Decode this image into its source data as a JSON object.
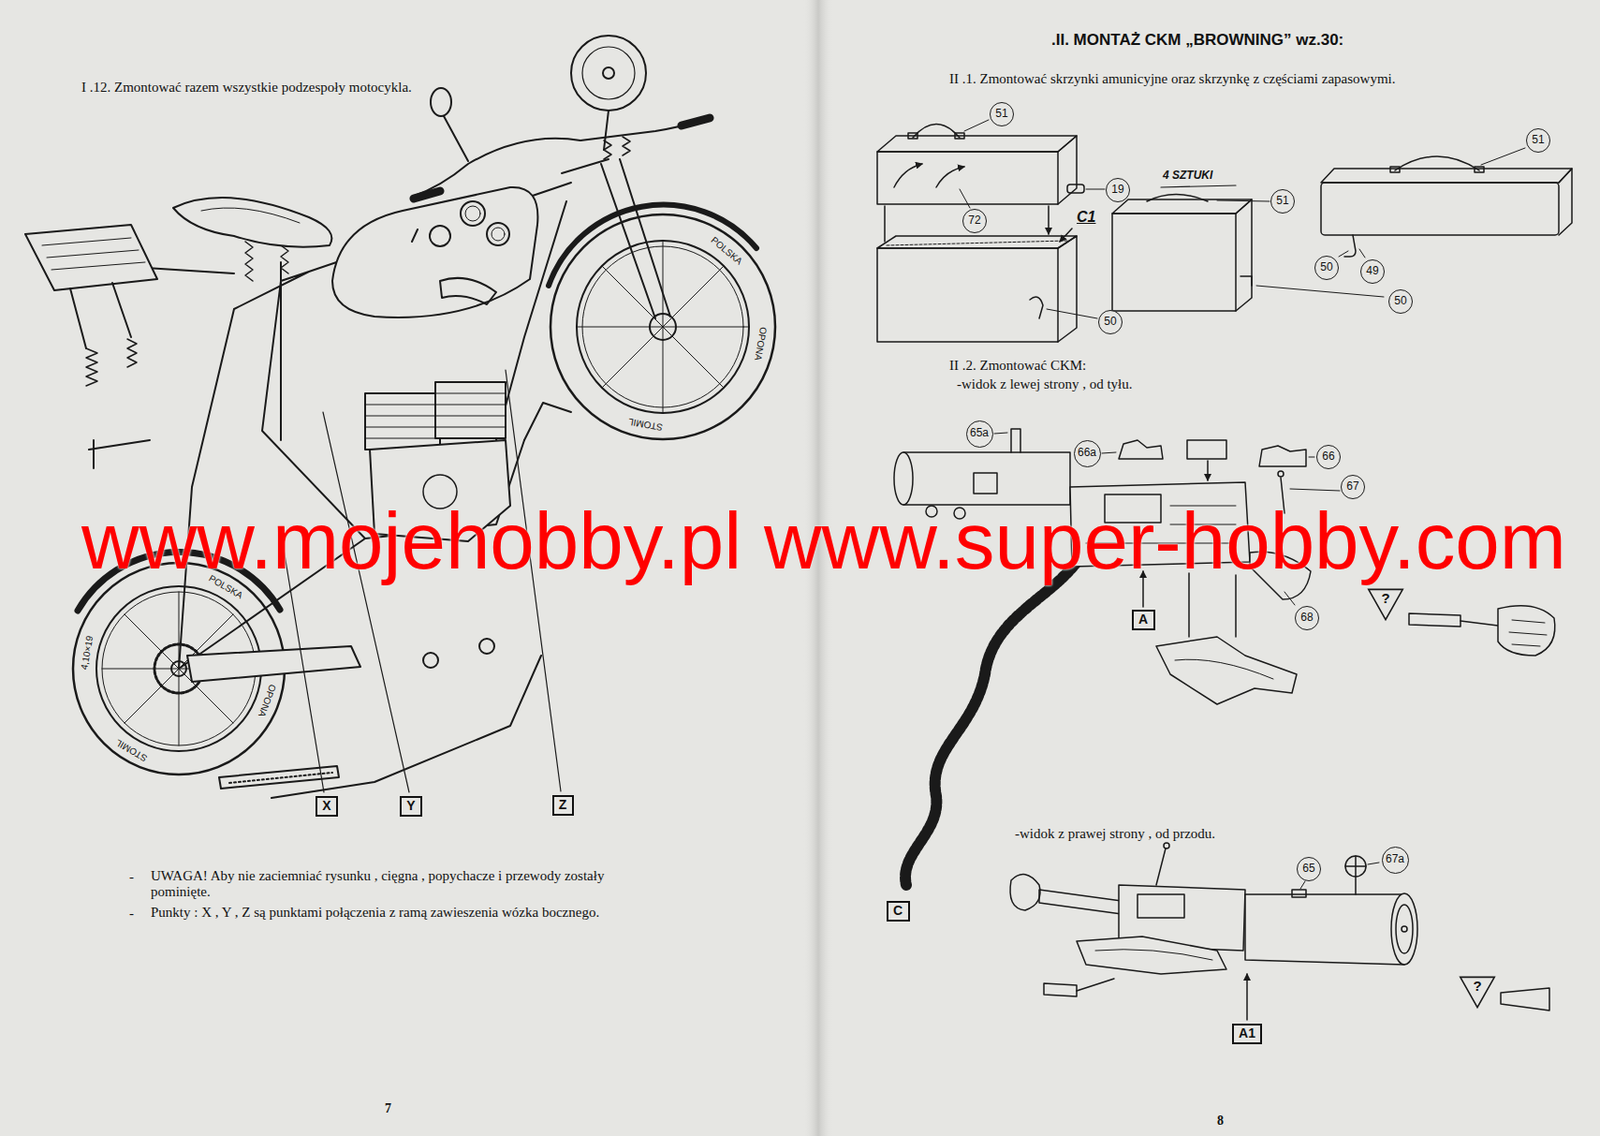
{
  "diagram": {
    "nodes": [
      {
        "text": [
          "X"
        ]
      },
      {
        "text": [
          "Y"
        ]
      },
      {
        "text": [
          "Z"
        ]
      },
      {
        "text": [
          "51"
        ]
      },
      {
        "text": [
          "72"
        ]
      },
      {
        "text": [
          "19"
        ]
      },
      {
        "text": [
          "50"
        ]
      },
      {
        "text": [
          "51"
        ]
      },
      {
        "text": [
          "51"
        ]
      },
      {
        "text": [
          "50"
        ]
      },
      {
        "text": [
          "49"
        ]
      },
      {
        "text": [
          "50"
        ]
      },
      {
        "text": [
          "65a"
        ]
      },
      {
        "text": [
          "66a"
        ]
      },
      {
        "text": [
          "66"
        ]
      },
      {
        "text": [
          "67"
        ]
      },
      {
        "text": [
          "?"
        ]
      },
      {
        "text": [
          "A"
        ]
      },
      {
        "text": [
          "68"
        ]
      },
      {
        "text": [
          "C"
        ]
      },
      {
        "text": [
          "65"
        ]
      },
      {
        "text": [
          "67a"
        ]
      },
      {
        "text": [
          "?"
        ]
      },
      {
        "text": [
          "A1"
        ]
      }
    ],
    "labels": [
      "I .12. Zmontować razem wszystkie podzespoły motocykla.",
      "POLSKA",
      "OPONA",
      "STOMIL",
      "POLSKA",
      "4,10×19",
      "OPONA",
      "STOMIL",
      "-",
      "UWAGA! Aby nie zaciemniać rysunku , cięgna , popychacze i przewody zostały pominięte.",
      "-",
      "Punkty : X , Y , Z są punktami połączenia z ramą zawieszenia wózka bocznego.",
      "7",
      ".II. MONTAŻ CKM „BROWNING” wz.30:",
      "II .1. Zmontować skrzynki amunicyjne oraz skrzynkę z częściami zapasowymi.",
      "C1",
      "4 SZTUKI",
      "II .2. Zmontować CKM:",
      "-widok z lewej strony , od tyłu.",
      "-widok z prawej strony , od przodu.",
      "8",
      "www.mojehobby.pl www.super-hobby.com"
    ]
  }
}
